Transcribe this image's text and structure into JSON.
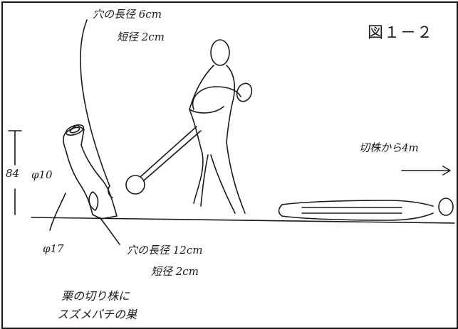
{
  "figure": {
    "label": "図１－２"
  },
  "top_note": {
    "line1": "穴の長径 6cm",
    "line2": "短径 2cm"
  },
  "bottom_note": {
    "line1": "穴の長径 12cm",
    "line2": "短径 2cm"
  },
  "stump": {
    "height": "84",
    "top_diameter": "φ10",
    "base_diameter": "φ17"
  },
  "distance_note": "切株から4m",
  "caption": {
    "line1": "栗の切り株に",
    "line2": "スズメバチの巣"
  },
  "colors": {
    "ink": "#1a1a1a",
    "background": "#ffffff"
  }
}
